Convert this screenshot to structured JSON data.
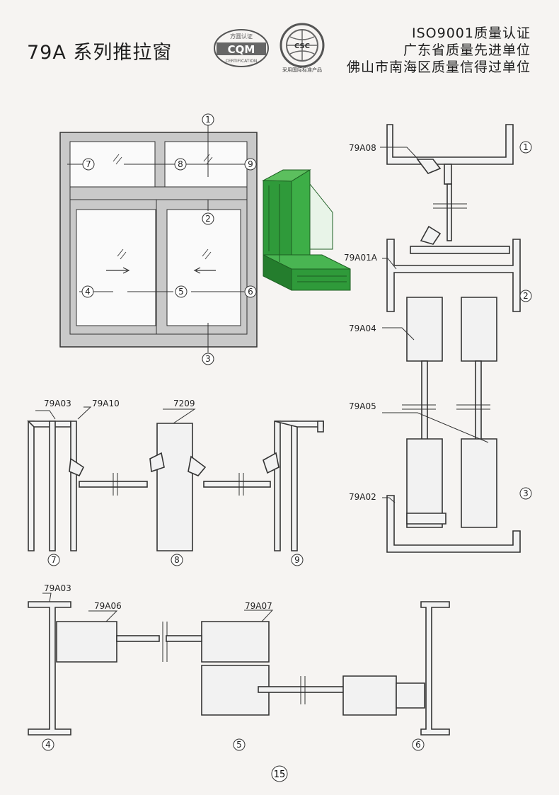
{
  "title": "79A 系列推拉窗",
  "cert_lines": [
    "ISO9001质量认证",
    "广东省质量先进单位",
    "佛山市南海区质量信得过单位"
  ],
  "logos": {
    "cqm_top": "方圆认证",
    "cqm_mark": "CQM",
    "cqm_bottom": "CERTIFICATION",
    "csc_mark": "CSC",
    "csc_text": "采用国际标准产品"
  },
  "elevation_callouts": [
    "1",
    "2",
    "3",
    "4",
    "5",
    "6",
    "7",
    "8",
    "9"
  ],
  "section_labels": {
    "s79A08": "79A08",
    "s79A01A": "79A01A",
    "s79A04": "79A04",
    "s79A05": "79A05",
    "s79A02": "79A02",
    "s79A03a": "79A03",
    "s79A10": "79A10",
    "s7209": "7209",
    "s79A03b": "79A03",
    "s79A06": "79A06",
    "s79A07": "79A07"
  },
  "page_number": "15",
  "colors": {
    "frame": "#c9c9c9",
    "profile_green": "#2f9a3a",
    "line": "#333333"
  }
}
